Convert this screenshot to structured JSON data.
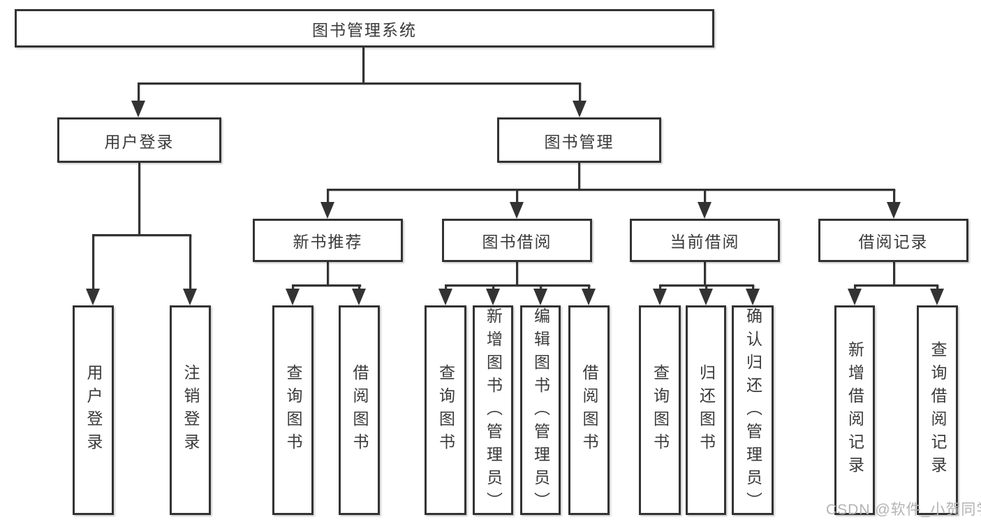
{
  "nodes": {
    "root": "图书管理系统",
    "l1": {
      "login": "用户登录",
      "mgmt": "图书管理"
    },
    "l2": {
      "recommend": "新书推荐",
      "borrow": "图书借阅",
      "current": "当前借阅",
      "records": "借阅记录"
    },
    "l3": {
      "g1": [
        "用户登录",
        "注销登录"
      ],
      "g2": [
        "查询图书",
        "借阅图书"
      ],
      "g3": [
        "查询图书",
        "新增图书（管理员）",
        "编辑图书（管理员）",
        "借阅图书"
      ],
      "g4": [
        "查询图书",
        "归还图书",
        "确认归还（管理员）"
      ],
      "g5": [
        "新增借阅记录",
        "查询借阅记录"
      ]
    }
  },
  "watermark": "CSDN @软件_小贺同学",
  "colors": {
    "line": "#333333",
    "text": "#3a3a3a",
    "watermark": "#b3b3b3",
    "background": "#ffffff"
  }
}
